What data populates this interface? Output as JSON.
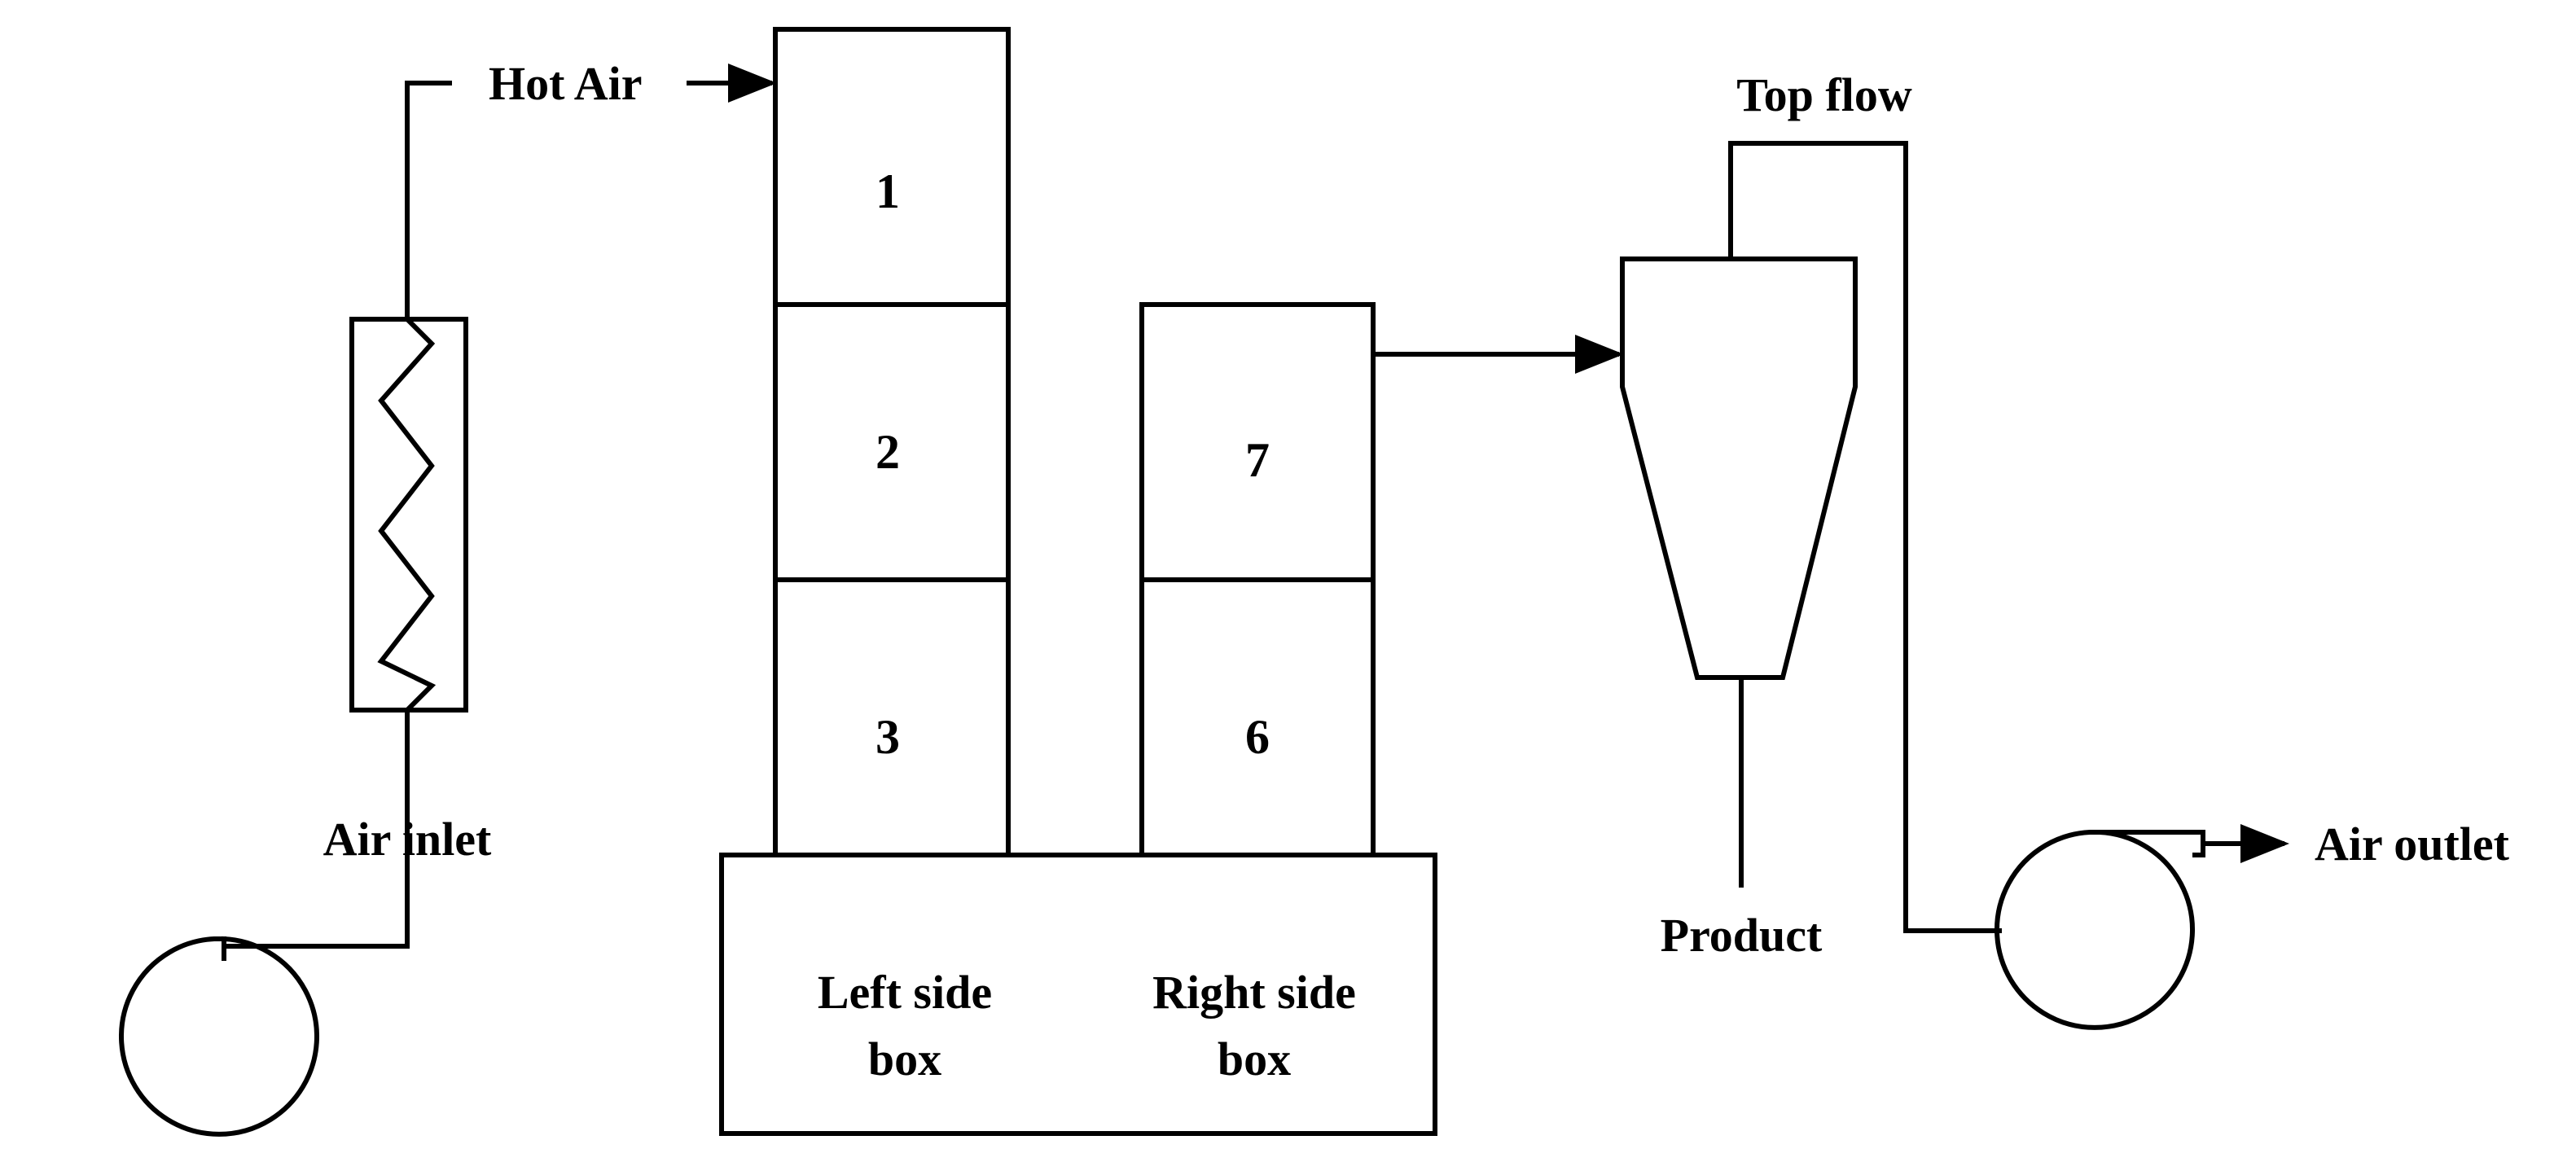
{
  "labels": {
    "hot_air": "Hot Air",
    "air_inlet": "Air inlet",
    "top_flow": "Top flow",
    "product": "Product",
    "air_outlet": "Air outlet",
    "left_box_line1": "Left side",
    "left_box_line2": "box",
    "right_box_line1": "Right side",
    "right_box_line2": "box"
  },
  "chambers": {
    "c1": "1",
    "c2": "2",
    "c3": "3",
    "c6": "6",
    "c7": "7"
  }
}
